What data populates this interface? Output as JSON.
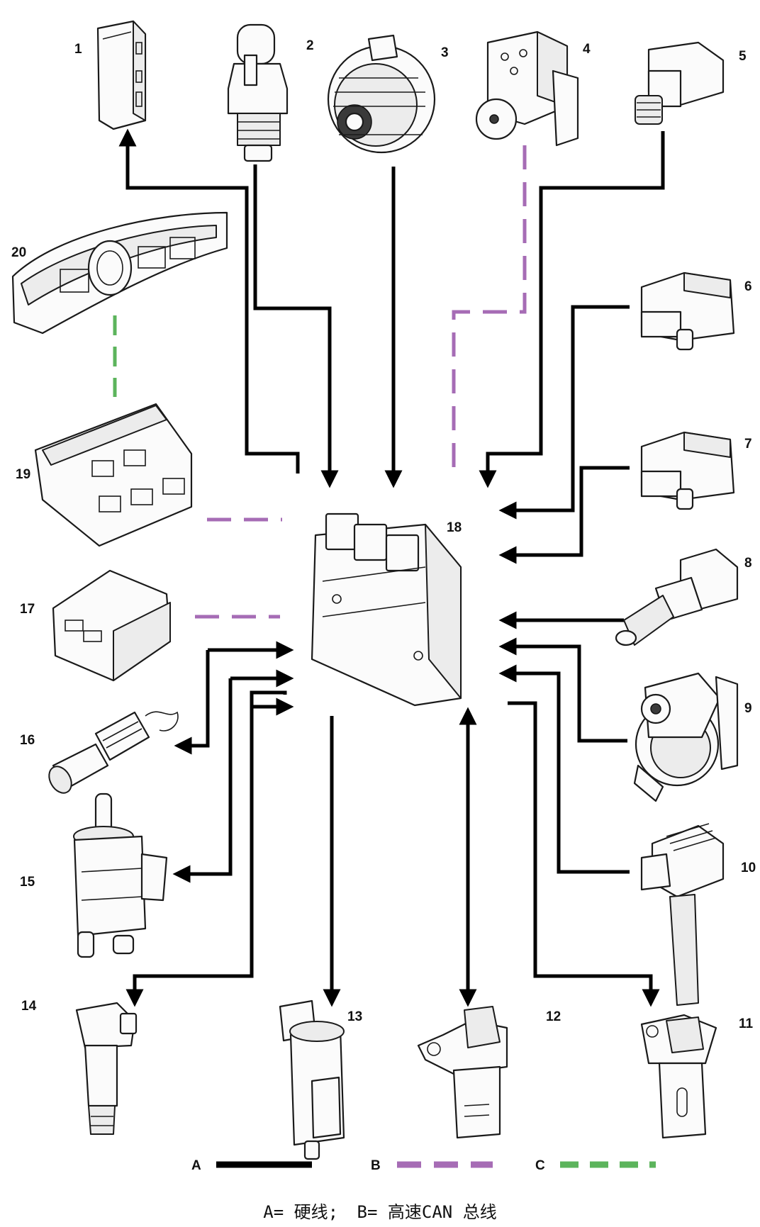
{
  "components": [
    {
      "id": "c1",
      "number": "1"
    },
    {
      "id": "c2",
      "number": "2"
    },
    {
      "id": "c3",
      "number": "3"
    },
    {
      "id": "c4",
      "number": "4"
    },
    {
      "id": "c5",
      "number": "5"
    },
    {
      "id": "c6",
      "number": "6"
    },
    {
      "id": "c7",
      "number": "7"
    },
    {
      "id": "c8",
      "number": "8"
    },
    {
      "id": "c9",
      "number": "9"
    },
    {
      "id": "c10",
      "number": "10"
    },
    {
      "id": "c11",
      "number": "11"
    },
    {
      "id": "c12",
      "number": "12"
    },
    {
      "id": "c13",
      "number": "13"
    },
    {
      "id": "c14",
      "number": "14"
    },
    {
      "id": "c15",
      "number": "15"
    },
    {
      "id": "c16",
      "number": "16"
    },
    {
      "id": "c17",
      "number": "17"
    },
    {
      "id": "c18",
      "number": "18"
    },
    {
      "id": "c19",
      "number": "19"
    },
    {
      "id": "c20",
      "number": "20"
    }
  ],
  "legend": {
    "a": {
      "letter": "A",
      "style": "solid",
      "color": "#000000"
    },
    "b": {
      "letter": "B",
      "style": "dashed",
      "color": "#a66cb5"
    },
    "c": {
      "letter": "C",
      "style": "dashed",
      "color": "#5cb45c"
    }
  },
  "caption": {
    "part1": "A= 硬线;",
    "part2": "B= 高速CAN 总线"
  }
}
